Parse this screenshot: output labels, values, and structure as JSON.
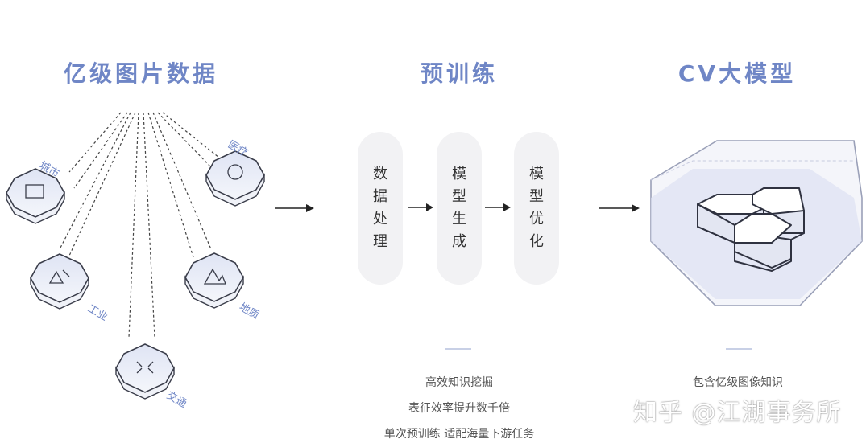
{
  "columns": {
    "data": {
      "title": "亿级图片数据"
    },
    "pretrain": {
      "title": "预训练",
      "steps": [
        [
          "数",
          "据",
          "处",
          "理"
        ],
        [
          "模",
          "型",
          "生",
          "成"
        ],
        [
          "模",
          "型",
          "优",
          "化"
        ]
      ],
      "lines": [
        "高效知识挖掘",
        "表征效率提升数千倍",
        "单次预训练 适配海量下游任务"
      ]
    },
    "model": {
      "title": "CV大模型",
      "lines": [
        "包含亿级图像知识"
      ]
    }
  },
  "source_labels": {
    "city": "城市",
    "medical": "医疗",
    "industry": "工业",
    "geology": "地质",
    "traffic": "交通"
  },
  "watermark": "知乎 @江湖事务所",
  "colors": {
    "accent": "#6f86c6",
    "node_fill": "#e8ebf6",
    "node_stroke": "#3a3d4a"
  }
}
